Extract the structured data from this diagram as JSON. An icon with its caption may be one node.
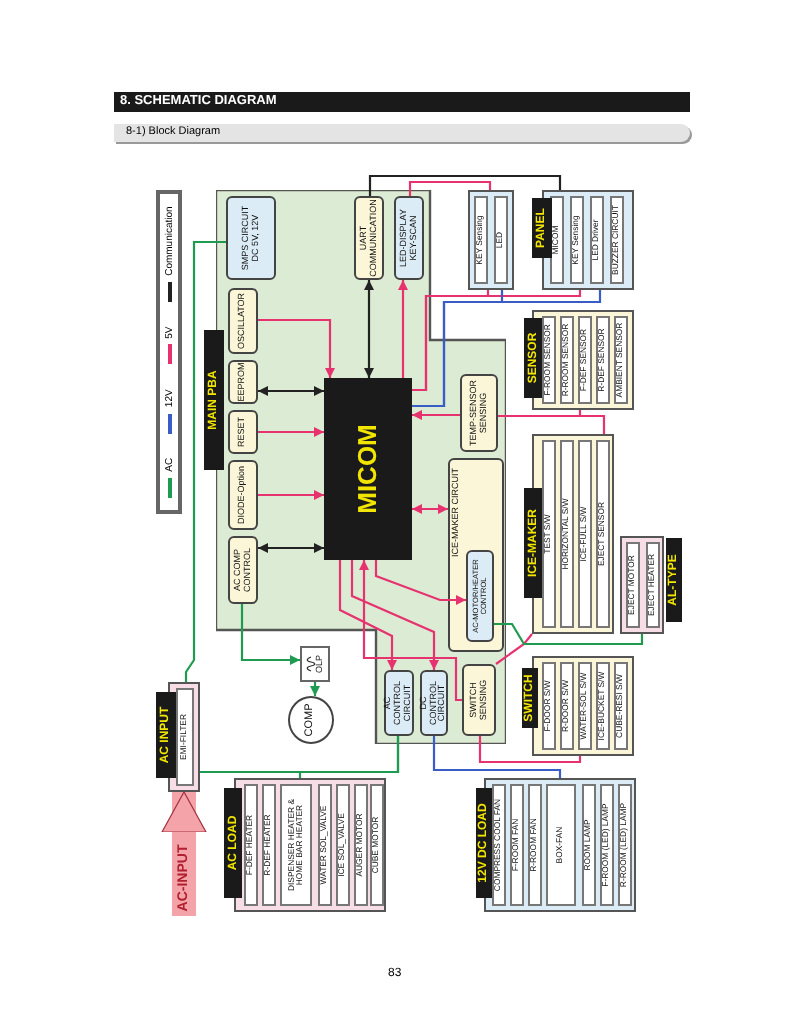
{
  "diagram": {
    "title": "8. SCHEMATIC DIAGRAM",
    "nodes": [
      {
        "text": [
          "MAIN PBA"
        ]
      },
      {
        "text": [
          "SMPS CIRCUIT DC 5V, 12V"
        ],
        "in": 0
      },
      {
        "text": [
          "UART COMMUNICATION"
        ],
        "in": 0
      },
      {
        "text": [
          "LED-DISPLAY KEY-SCAN"
        ],
        "in": 0
      },
      {
        "text": [
          "OSCILLATOR"
        ],
        "in": 0
      },
      {
        "text": [
          "EEPROM"
        ],
        "in": 0
      },
      {
        "text": [
          "RESET"
        ],
        "in": 0
      },
      {
        "text": [
          "DIODE-Option"
        ],
        "in": 0
      },
      {
        "text": [
          "AC COMP CONTROL"
        ],
        "in": 0
      },
      {
        "text": [
          "MICOM"
        ],
        "in": 0
      },
      {
        "text": [
          "TEMP-SENSOR SENSING"
        ],
        "in": 0
      },
      {
        "text": [
          "ICE-MAKER CIRCUIT"
        ],
        "in": 0
      },
      {
        "text": [
          "AC-MOTOR/HEATER CONTROL"
        ],
        "in": 11
      },
      {
        "text": [
          "AC CONTROL CIRCUIT"
        ],
        "in": 0
      },
      {
        "text": [
          "DC CONTROL CIRCUIT"
        ],
        "in": 0
      },
      {
        "text": [
          "SWITCH SENSING"
        ],
        "in": 0
      },
      {
        "text": [],
        "shape": "box"
      },
      {
        "text": [
          "KEY Sensing"
        ],
        "in": 16
      },
      {
        "text": [
          "LED"
        ],
        "in": 16
      },
      {
        "text": [
          "PANEL"
        ]
      },
      {
        "text": [
          "MICOM"
        ],
        "in": 19
      },
      {
        "text": [
          "KEY Sensing"
        ],
        "in": 19
      },
      {
        "text": [
          "LED Driver"
        ],
        "in": 19
      },
      {
        "text": [
          "BUZZER CIRCUIT"
        ],
        "in": 19
      },
      {
        "text": [
          "SENSOR"
        ]
      },
      {
        "text": [
          "F-ROOM SENSOR"
        ],
        "in": 24
      },
      {
        "text": [
          "R-ROOM SENSOR"
        ],
        "in": 24
      },
      {
        "text": [
          "F-DEF SENSOR"
        ],
        "in": 24
      },
      {
        "text": [
          "R-DEF SENSOR"
        ],
        "in": 24
      },
      {
        "text": [
          "AMBIENT SENSOR"
        ],
        "in": 24
      },
      {
        "text": [
          "ICE-MAKER"
        ]
      },
      {
        "text": [
          "TEST S/W"
        ],
        "in": 30
      },
      {
        "text": [
          "HORIZONTAL S/W"
        ],
        "in": 30
      },
      {
        "text": [
          "ICE-FULL S/W"
        ],
        "in": 30
      },
      {
        "text": [
          "EJECT SENSOR"
        ],
        "in": 30
      },
      {
        "text": [
          "AL-TYPE"
        ]
      },
      {
        "text": [
          "EJECT MOTOR"
        ],
        "in": 35
      },
      {
        "text": [
          "EJECT HEATER"
        ],
        "in": 35
      },
      {
        "text": [
          "SWITCH"
        ]
      },
      {
        "text": [
          "F-DOOR S/W"
        ],
        "in": 38
      },
      {
        "text": [
          "R-DOOR S/W"
        ],
        "in": 38
      },
      {
        "text": [
          "WATER-SOL S/W"
        ],
        "in": 38
      },
      {
        "text": [
          "ICE-BUCKET S/W"
        ],
        "in": 38
      },
      {
        "text": [
          "CUBE-RESI S/W"
        ],
        "in": 38
      },
      {
        "text": [
          "12V DC LOAD"
        ]
      },
      {
        "text": [
          "COMPRESS COOL FAN"
        ],
        "in": 44
      },
      {
        "text": [
          "F-ROOM FAN"
        ],
        "in": 44
      },
      {
        "text": [
          "R-ROOM FAN"
        ],
        "in": 44
      },
      {
        "text": [
          "BOX-FAN"
        ],
        "in": 44
      },
      {
        "text": [
          "ROOM LAMP"
        ],
        "in": 44
      },
      {
        "text": [
          "F-ROOM (LED) LAMP"
        ],
        "in": 44
      },
      {
        "text": [
          "R-ROOM (LED) LAMP"
        ],
        "in": 44
      },
      {
        "text": [
          "AC INPUT"
        ]
      },
      {
        "text": [
          "EMI-FILTER"
        ],
        "in": 52
      },
      {
        "text": [
          "AC LOAD"
        ]
      },
      {
        "text": [
          "F-DEF HEATER"
        ],
        "in": 54
      },
      {
        "text": [
          "R-DEF HEATER"
        ],
        "in": 54
      },
      {
        "text": [
          "DISPENSER HEATER & HOME BAR HEATER"
        ],
        "in": 54
      },
      {
        "text": [
          "WATER SOL_VALVE"
        ],
        "in": 54
      },
      {
        "text": [
          "ICE SOL_VALVE"
        ],
        "in": 54
      },
      {
        "text": [
          "AUGER MOTOR"
        ],
        "in": 54
      },
      {
        "text": [
          "CUBE MOTOR"
        ],
        "in": 54
      },
      {
        "text": [
          "OLP"
        ]
      },
      {
        "text": [
          "COMP"
        ]
      }
    ],
    "edges": [
      {
        "from": 2,
        "to": 9,
        "arrow": "both",
        "color": "#222222"
      },
      {
        "from": 2,
        "to": 20,
        "arrow": "none",
        "color": "#222222"
      },
      {
        "from": 5,
        "to": 9,
        "arrow": "both",
        "color": "#222222"
      },
      {
        "from": 8,
        "to": 9,
        "arrow": "both",
        "color": "#222222"
      },
      {
        "from": 4,
        "to": 9,
        "arrow": "to"
      },
      {
        "from": 6,
        "to": 9,
        "arrow": "to"
      },
      {
        "from": 7,
        "to": 9,
        "arrow": "to"
      },
      {
        "from": 9,
        "to": 3,
        "arrow": "to"
      },
      {
        "from": 3,
        "to": 16,
        "arrow": "none"
      },
      {
        "from": 9,
        "to": 19,
        "arrow": "none"
      },
      {
        "from": 9,
        "to": 16,
        "arrow": "none"
      },
      {
        "from": 9,
        "to": 19,
        "arrow": "none",
        "color": "#3a5cc7"
      },
      {
        "from": 9,
        "to": 16,
        "arrow": "none",
        "color": "#3a5cc7"
      },
      {
        "from": 10,
        "to": 9,
        "arrow": "to"
      },
      {
        "from": 10,
        "to": 24,
        "arrow": "none"
      },
      {
        "from": 10,
        "to": 34,
        "arrow": "none"
      },
      {
        "from": 11,
        "to": 9,
        "arrow": "both"
      },
      {
        "from": 30,
        "to": 15,
        "arrow": "none"
      },
      {
        "from": 38,
        "to": 15,
        "arrow": "none"
      },
      {
        "from": 15,
        "to": 9,
        "arrow": "to"
      },
      {
        "from": 9,
        "to": 13,
        "arrow": "to"
      },
      {
        "from": 9,
        "to": 14,
        "arrow": "to"
      },
      {
        "from": 9,
        "to": 12,
        "arrow": "to"
      },
      {
        "from": 1,
        "to": 53,
        "arrow": "none",
        "color": "#1e9b50"
      },
      {
        "from": 53,
        "to": 13,
        "arrow": "none",
        "color": "#1e9b50"
      },
      {
        "from": 13,
        "to": 54,
        "arrow": "none",
        "color": "#1e9b50"
      },
      {
        "from": 8,
        "to": 62,
        "arrow": "to",
        "color": "#1e9b50"
      },
      {
        "from": 62,
        "to": 63,
        "arrow": "to",
        "color": "#1e9b50"
      },
      {
        "from": 12,
        "to": 35,
        "arrow": "none",
        "color": "#1e9b50"
      },
      {
        "from": 14,
        "to": 44,
        "arrow": "none",
        "color": "#3a5cc7"
      },
      {
        "from": null,
        "to": 52,
        "arrow": "to",
        "label": "AC-INPUT",
        "style": "thick",
        "color": "#f4a3a8"
      }
    ],
    "labels": [
      "8-1) Block Diagram",
      "83"
    ],
    "legend": [
      {
        "text": "AC",
        "color": "#1e9b50"
      },
      {
        "text": "12V",
        "color": "#3a5cc7"
      },
      {
        "text": "5V",
        "color": "#e6336f"
      },
      {
        "text": "Communication",
        "color": "#222222"
      }
    ]
  }
}
